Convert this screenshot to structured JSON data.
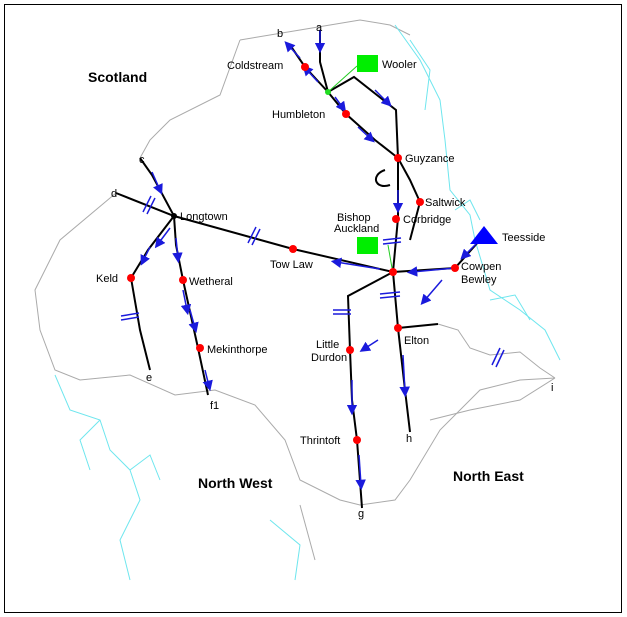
{
  "regions": {
    "scotland": "Scotland",
    "north_west": "North West",
    "north_east": "North East"
  },
  "nodes": {
    "coldstream": "Coldstream",
    "wooler": "Wooler",
    "humbleton": "Humbleton",
    "guyzance": "Guyzance",
    "saltwick": "Saltwick",
    "corbridge": "Corbridge",
    "bishop_auckland_1": "Bishop",
    "bishop_auckland_2": "Auckland",
    "teesside": "Teesside",
    "cowpen_1": "Cowpen",
    "cowpen_2": "Bewley",
    "longtown": "Longtown",
    "tow_law": "Tow Law",
    "keld": "Keld",
    "wetheral": "Wetheral",
    "mekinthorpe": "Mekinthorpe",
    "elton": "Elton",
    "little_durdon_1": "Little",
    "little_durdon_2": "Durdon",
    "thrintoft": "Thrintoft"
  },
  "letters": {
    "a": "a",
    "b": "b",
    "c": "c",
    "d": "d",
    "e": "e",
    "f1": "f1",
    "g": "g",
    "h": "h",
    "i": "i"
  },
  "colors": {
    "line": "#000000",
    "flow_arrow": "#1a1adc",
    "node": "#ff0000",
    "boundary_grey": "#aaaaaa",
    "coast_cyan": "#6ee6ee",
    "generator_green": "#00ee00",
    "load_blue": "#0000ff",
    "feeder_green": "#22cc22"
  }
}
